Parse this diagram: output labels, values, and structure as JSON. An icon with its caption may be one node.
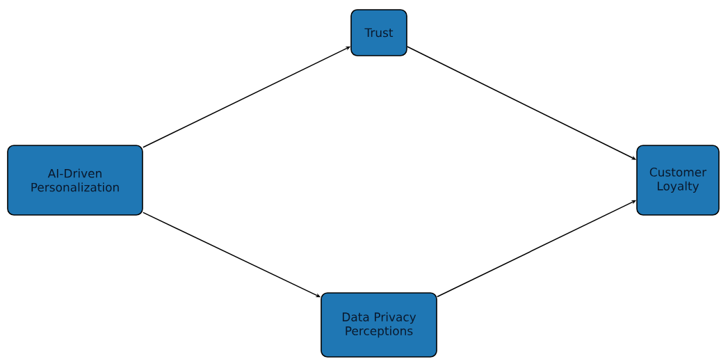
{
  "diagram": {
    "nodes": [
      {
        "text": [
          "Trust"
        ]
      },
      {
        "text": [
          "AI-Driven Personalization"
        ]
      },
      {
        "text": [
          "Customer Loyalty"
        ]
      },
      {
        "text": [
          "Data Privacy Perceptions"
        ]
      }
    ],
    "edges": [
      {
        "from": 1,
        "to": 0,
        "arrow": "to"
      },
      {
        "from": 0,
        "to": 2,
        "arrow": "to"
      },
      {
        "from": 1,
        "to": 3,
        "arrow": "to"
      },
      {
        "from": 3,
        "to": 2,
        "arrow": "to"
      }
    ]
  }
}
